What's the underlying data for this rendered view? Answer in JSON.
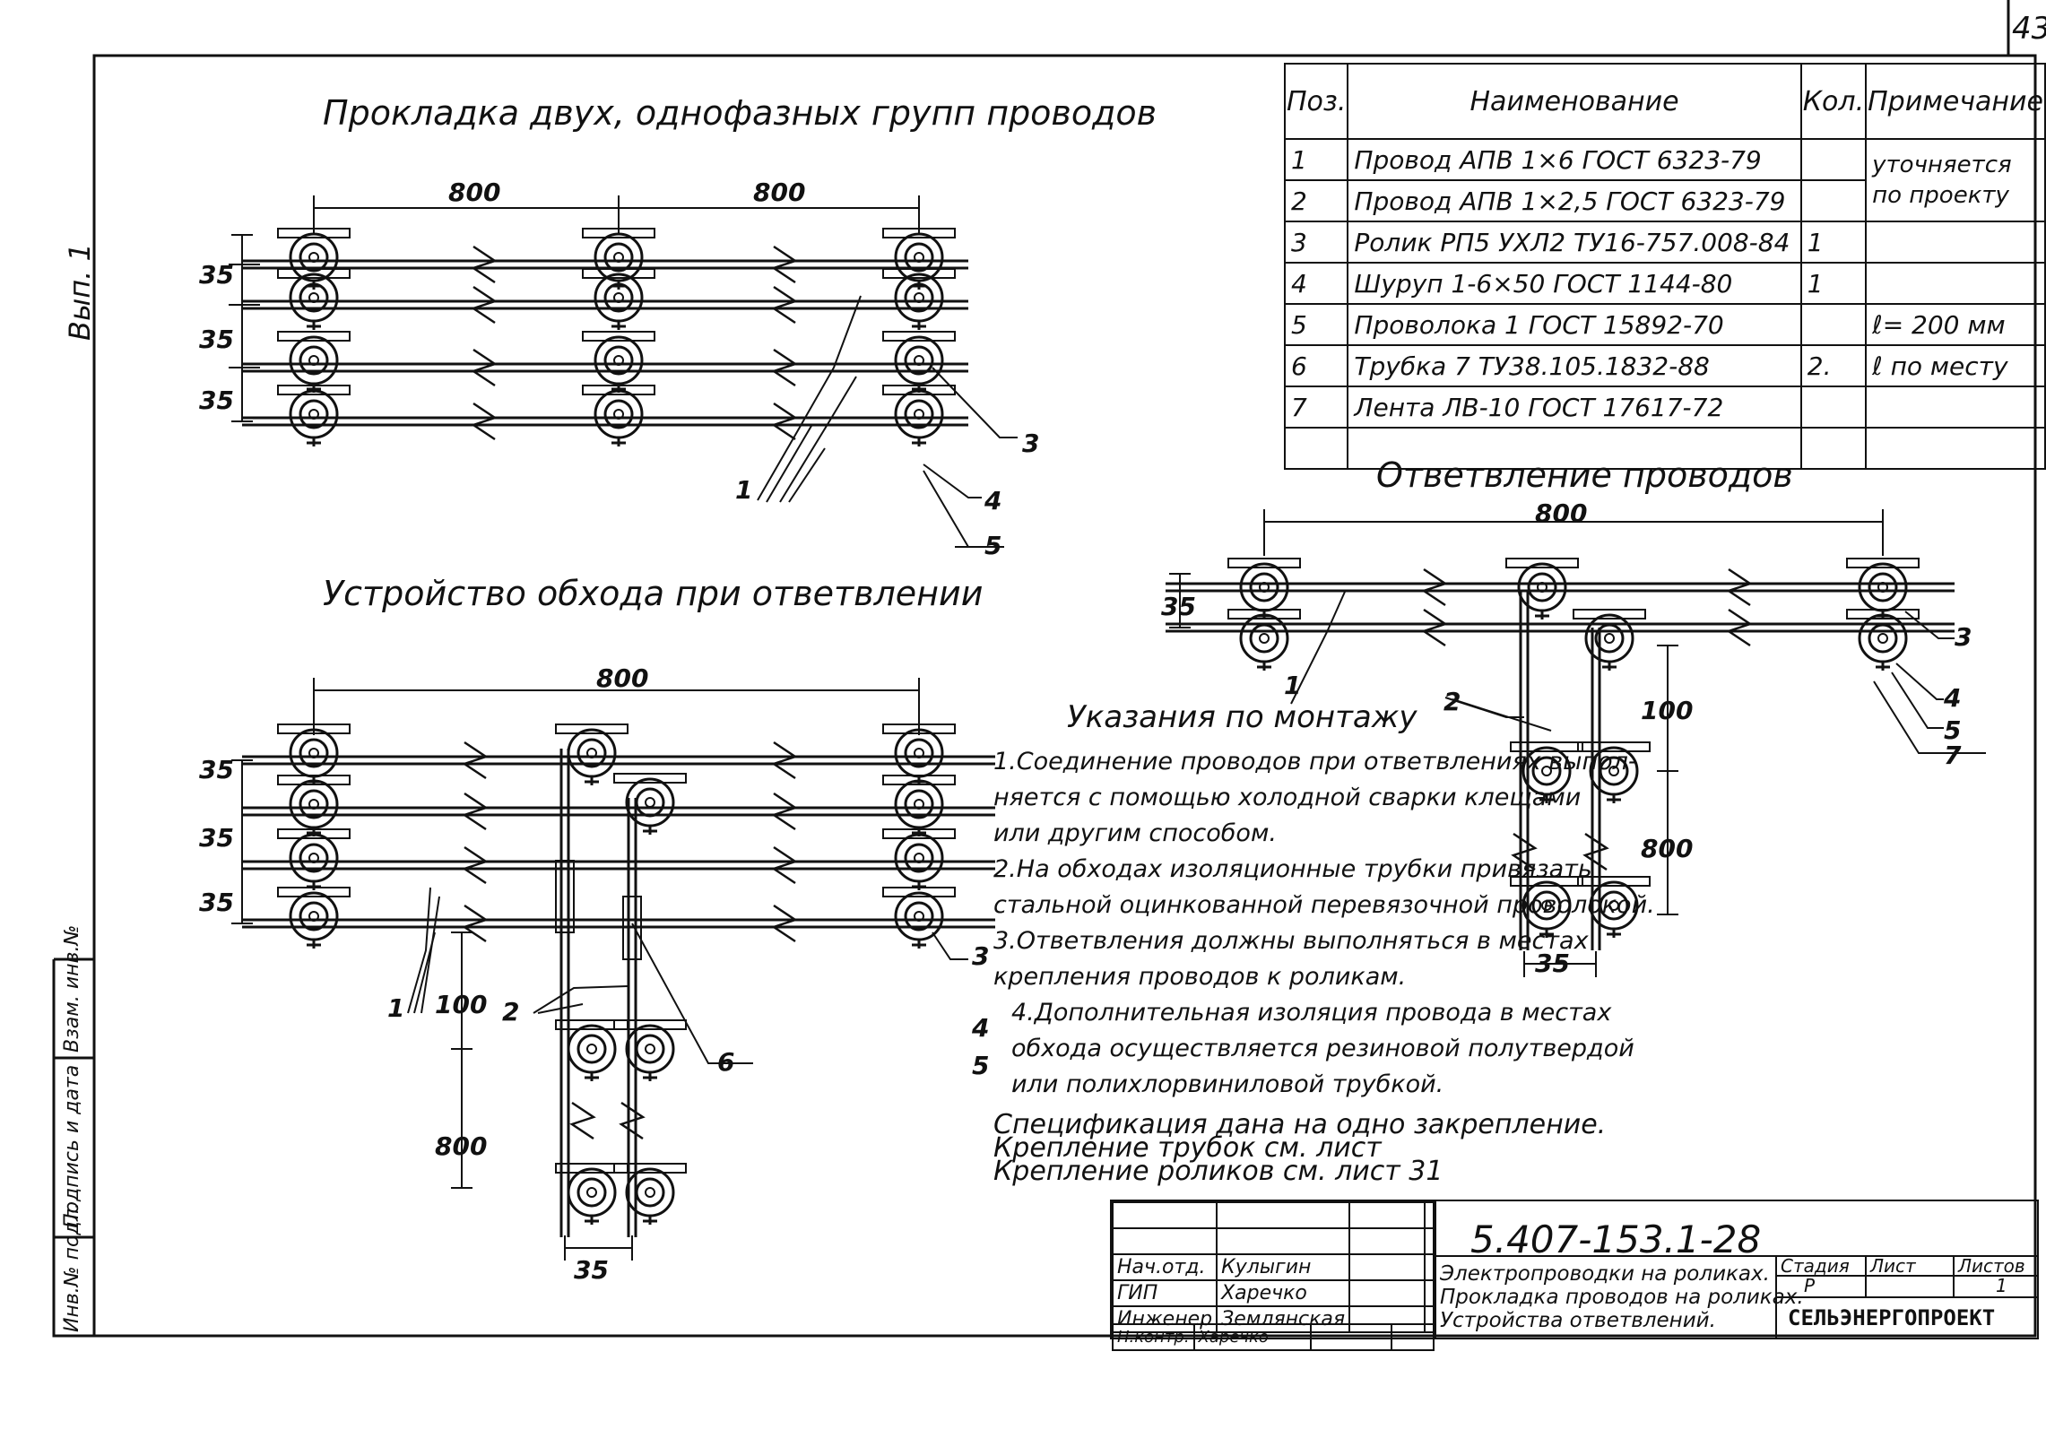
{
  "sheet_number": "43",
  "vyp": "Вып. 1",
  "titles": {
    "two_groups": "Прокладка двух, однофазных групп проводов",
    "bypass": "Устройство обхода при ответвлении",
    "branch": "Ответвление проводов"
  },
  "dims": {
    "d800": "800",
    "d35": "35",
    "d100": "100"
  },
  "callouts": {
    "c1": "1",
    "c2": "2",
    "c3": "3",
    "c4": "4",
    "c5": "5",
    "c6": "6",
    "c7": "7"
  },
  "spec_table": {
    "headers": [
      "Поз.",
      "Наименование",
      "Кол.",
      "Примечание"
    ],
    "rows": [
      {
        "pos": "1",
        "name": "Провод АПВ 1×6 ГОСТ 6323-79",
        "qty": "",
        "note": ""
      },
      {
        "pos": "2",
        "name": "Провод АПВ 1×2,5 ГОСТ 6323-79",
        "qty": "",
        "note": ""
      },
      {
        "pos": "3",
        "name": "Ролик РП5 УХЛ2 ТУ16-757.008-84",
        "qty": "1",
        "note": ""
      },
      {
        "pos": "4",
        "name": "Шуруп 1-6×50 ГОСТ 1144-80",
        "qty": "1",
        "note": ""
      },
      {
        "pos": "5",
        "name": "Проволока 1 ГОСТ 15892-70",
        "qty": "",
        "note": "ℓ= 200 мм"
      },
      {
        "pos": "6",
        "name": "Трубка 7 ТУ38.105.1832-88",
        "qty": "2.",
        "note": "ℓ по месту"
      },
      {
        "pos": "7",
        "name": "Лента ЛВ-10 ГОСТ 17617-72",
        "qty": "",
        "note": ""
      }
    ],
    "merged_note_1": "уточняется",
    "merged_note_2": "по проекту"
  },
  "notes": {
    "title": "Указания по монтажу",
    "lines": [
      "1.Соединение проводов при ответвлениях выпол-",
      "няется с помощью холодной сварки клещами",
      "или другим способом.",
      "2.На обходах изоляционные трубки привязать",
      "стальной оцинкованной перевязочной проволокой.",
      "3.Ответвления должны выполняться в местах",
      "крепления проводов к роликам.",
      "4.Дополнительная изоляция провода в местах",
      "обхода осуществляется резиновой полутвердой",
      "или полихлорвиниловой трубкой."
    ]
  },
  "spec_footer": {
    "l1": "Спецификация дана на одно закрепление.",
    "l2": "Крепление трубок см. лист",
    "l3": "Крепление роликов см. лист 31"
  },
  "stamp": {
    "code": "5.407-153.1-28",
    "roles": [
      "Нач.отд.",
      "ГИП",
      "Инженер",
      "Н.контр."
    ],
    "names": [
      "Кулыгин",
      "Харечко",
      "Землянская",
      "Харечко"
    ],
    "title_lines": [
      "Электропроводки на роликах.",
      "Прокладка проводов на роликах.",
      "Устройства ответвлений."
    ],
    "h_stage": "Стадия",
    "h_sheet": "Лист",
    "h_sheets": "Листов",
    "stage": "Р",
    "sheets": "1",
    "org": "СЕЛЬЭНЕРГОПРОЕКТ"
  },
  "side_labels": [
    "Инв.№ подл.",
    "Подпись и дата",
    "Взам. инв.№"
  ]
}
